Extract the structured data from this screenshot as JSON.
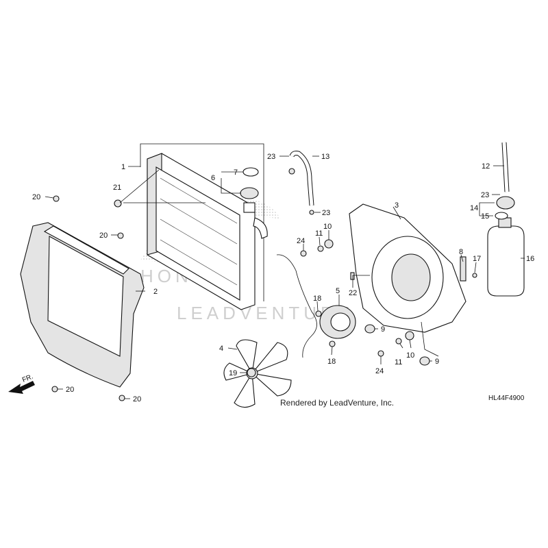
{
  "callouts": {
    "c1": "1",
    "c2": "2",
    "c3": "3",
    "c4": "4",
    "c5": "5",
    "c6": "6",
    "c7": "7",
    "c8": "8",
    "c9a": "9",
    "c9b": "9",
    "c10a": "10",
    "c10b": "10",
    "c11a": "11",
    "c11b": "11",
    "c12": "12",
    "c13": "13",
    "c14": "14",
    "c15": "15",
    "c16": "16",
    "c17": "17",
    "c18a": "18",
    "c18b": "18",
    "c19": "19",
    "c20a": "20",
    "c20b": "20",
    "c20c": "20",
    "c20d": "20",
    "c21": "21",
    "c22": "22",
    "c23a": "23",
    "c23b": "23",
    "c23c": "23",
    "c24a": "24",
    "c24b": "24"
  },
  "front_arrow_label": "FR.",
  "credit": "Rendered by LeadVenture, Inc.",
  "diagram_code": "HL44F4900",
  "watermark": {
    "brand": "HONDA",
    "text": "LEADVENTURE"
  }
}
